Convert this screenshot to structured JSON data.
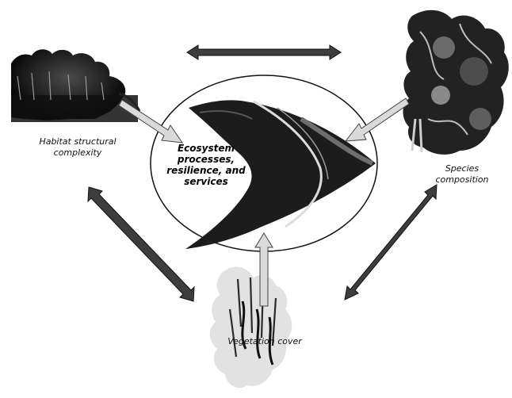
{
  "labels": {
    "habitat": "Habitat structural\ncomplexity",
    "species": "Species\ncomposition",
    "center": "Ecosystem\nprocesses,\nresilience, and\nservices",
    "vegetation": "Vegetation cover"
  },
  "colors": {
    "arrow_dark": "#3a3a3a",
    "arrow_light": "#d9d9d9",
    "circle_stroke": "#111111",
    "land": "#1b1b1b",
    "water": "#f2f2f2"
  },
  "icons": {
    "habitat": "forest-icon",
    "species": "reef-icon",
    "vegetation": "seagrass-icon",
    "center": "coastline-icon"
  }
}
